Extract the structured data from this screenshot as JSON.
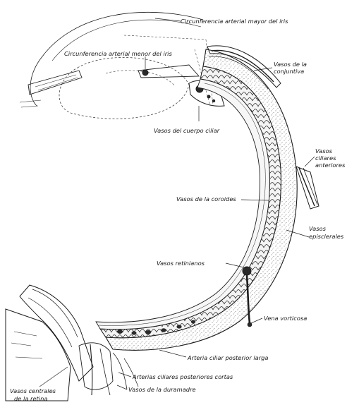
{
  "labels": {
    "circ_mayor": "Circunferencia arterial mayor del iris",
    "circ_menor": "Circunferencia arterial menor del iris",
    "conj_1": "Vasos de la",
    "conj_2": "conjuntiva",
    "cuerpo_ciliar": "Vasos del cuerpo ciliar",
    "cil_ant_1": "Vasos",
    "cil_ant_2": "ciliares",
    "cil_ant_3": "anteriores",
    "coroides": "Vasos de la coroides",
    "episcl_1": "Vasos",
    "episcl_2": "episclerales",
    "retinianos": "Vasos retinianos",
    "vorticosa": "Vena vorticosa",
    "cil_post_larga": "Arteria ciliar posterior larga",
    "cil_post_cortas": "Arterias ciliares posteriores cortas",
    "duramadre": "Vasos de la duramadre",
    "centrales_1": "Vasos centrales",
    "centrales_2": "de la retina"
  }
}
